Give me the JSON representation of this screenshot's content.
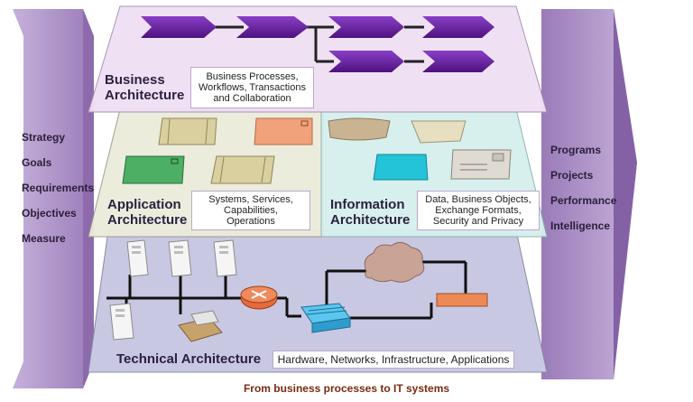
{
  "caption": "From business processes to IT systems",
  "left_banner": {
    "items": [
      "Strategy",
      "Goals",
      "Requirements",
      "Objectives",
      "Measure"
    ]
  },
  "right_banner": {
    "items": [
      "Programs",
      "Projects",
      "Performance",
      "Intelligence"
    ]
  },
  "business": {
    "title_line1": "Business",
    "title_line2": "Architecture",
    "desc_line1": "Business Processes,",
    "desc_line2": "Workflows, Transactions",
    "desc_line3": "and Collaboration"
  },
  "application": {
    "title_line1": "Application",
    "title_line2": "Architecture",
    "desc_line1": "Systems, Services,",
    "desc_line2": "Capabilities,",
    "desc_line3": "Operations"
  },
  "information": {
    "title_line1": "Information",
    "title_line2": "Architecture",
    "desc_line1": "Data, Business Objects,",
    "desc_line2": "Exchange Formats,",
    "desc_line3": "Security and Privacy"
  },
  "technical": {
    "title": "Technical Architecture",
    "desc": "Hardware, Networks, Infrastructure, Applications"
  },
  "colors": {
    "banner": "#a98cc4",
    "business_layer": "#efe0f3",
    "application_layer": "#ecebdc",
    "information_layer": "#d5f0ee",
    "technical_layer": "#c9c8e2",
    "process_arrow": "#6a1fa3",
    "caption": "#7a2b10"
  }
}
